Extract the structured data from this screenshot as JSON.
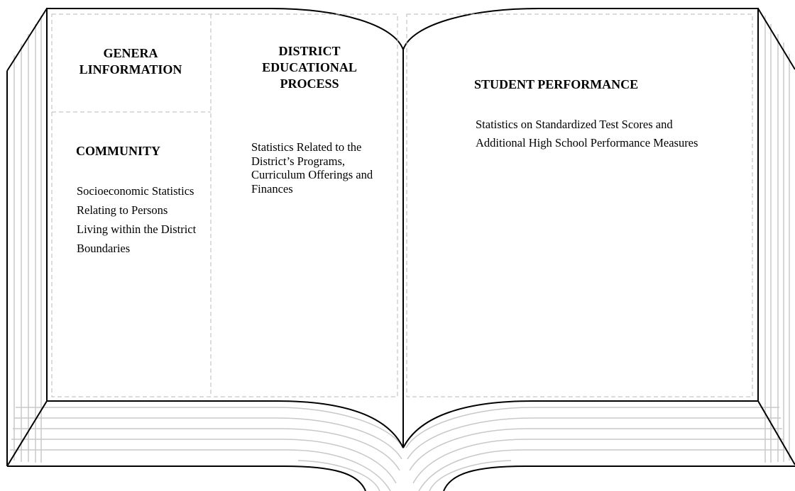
{
  "sections": {
    "general_info": {
      "title": "GENERA LINFORMATION"
    },
    "district_process": {
      "title": "DISTRICT EDUCATIONAL PROCESS",
      "description": "Statistics Related to the District’s Programs, Curriculum Offerings and Finances"
    },
    "community": {
      "title": "COMMUNITY",
      "description": "Socioeconomic Statistics Relating to Persons Living within the District Boundaries"
    },
    "student_performance": {
      "title": "STUDENT PERFORMANCE",
      "description": "Statistics on Standardized Test Scores and Additional High School Performance Measures"
    }
  }
}
